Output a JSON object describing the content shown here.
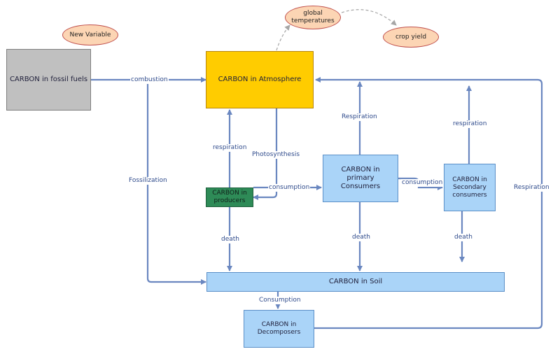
{
  "colors": {
    "edge": "#6a87c0",
    "dashed_edge": "#a6a6a6",
    "fossil_fill": "#c0c0c0",
    "atmosphere_fill": "#ffcc00",
    "producers_fill": "#2e8b57",
    "blue_fill": "#aad4f8",
    "oval_fill": "#fcd5b4"
  },
  "nodes": {
    "fossil_fuels": "CARBON in fossil fuels",
    "atmosphere": "CARBON in Atmosphere",
    "producers": "CARBON in producers",
    "primary_consumers": "CARBON in primary Consumers",
    "secondary_consumers": "CARBON in Secondary consumers",
    "soil": "CARBON in Soil",
    "decomposers": "CARBON in Decomposers"
  },
  "variables": {
    "new_variable": "New Variable",
    "global_temperatures": "global temperatures",
    "crop_yield": "crop yield"
  },
  "edge_labels": {
    "combustion": "combustion",
    "fossilization": "Fossilization",
    "respiration_producers": "respiration",
    "photosynthesis": "Photosynthesis",
    "consumption_producers": "consumption",
    "death_producers": "death",
    "respiration_primary": "Respiration",
    "consumption_primary": "consumption",
    "death_primary": "death",
    "respiration_secondary": "respiration",
    "death_secondary": "death",
    "consumption_soil": "Consumption",
    "respiration_decomposers": "Respiration"
  }
}
